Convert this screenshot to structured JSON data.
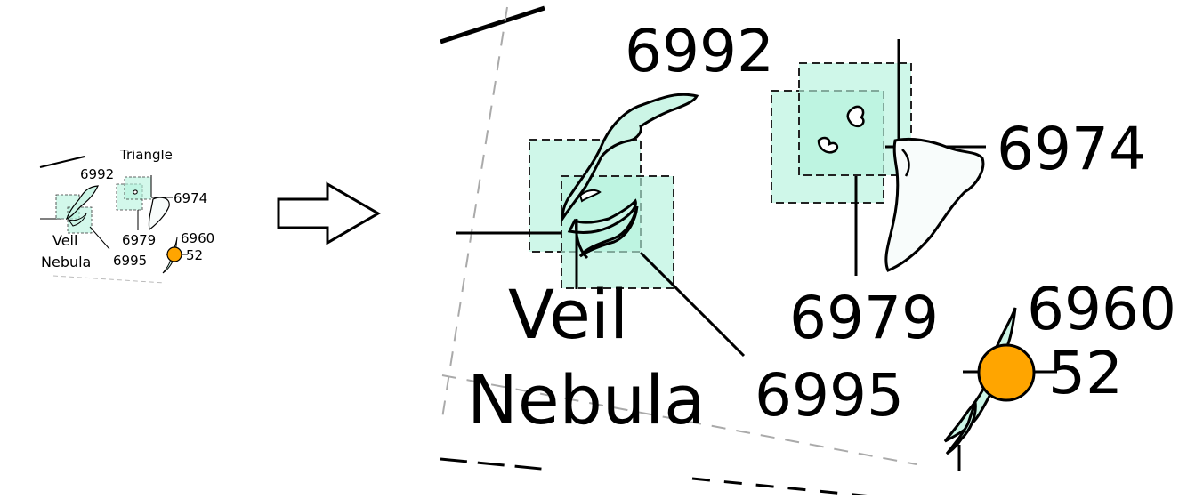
{
  "thumbnail": {
    "partial_label": "Triangle",
    "labels": {
      "n6992": "6992",
      "n6974": "6974",
      "n6979": "6979",
      "n6995": "6995",
      "n6960": "6960",
      "n52": "52",
      "veil": "Veil",
      "nebula": "Nebula"
    }
  },
  "zoom": {
    "labels": {
      "n6992": "6992",
      "n6974": "6974",
      "n6979": "6979",
      "n6995": "6995",
      "n6960": "6960",
      "n52": "52",
      "veil": "Veil",
      "nebula": "Nebula"
    }
  },
  "arrow_icon": "right-arrow-icon",
  "colors": {
    "nebula_fill": "#ccf5e6",
    "nebula_box_fill": "#b5f3dd",
    "star_fill": "#ffa500",
    "line": "#000000",
    "dashed_boundary": "#aaaaaa"
  }
}
